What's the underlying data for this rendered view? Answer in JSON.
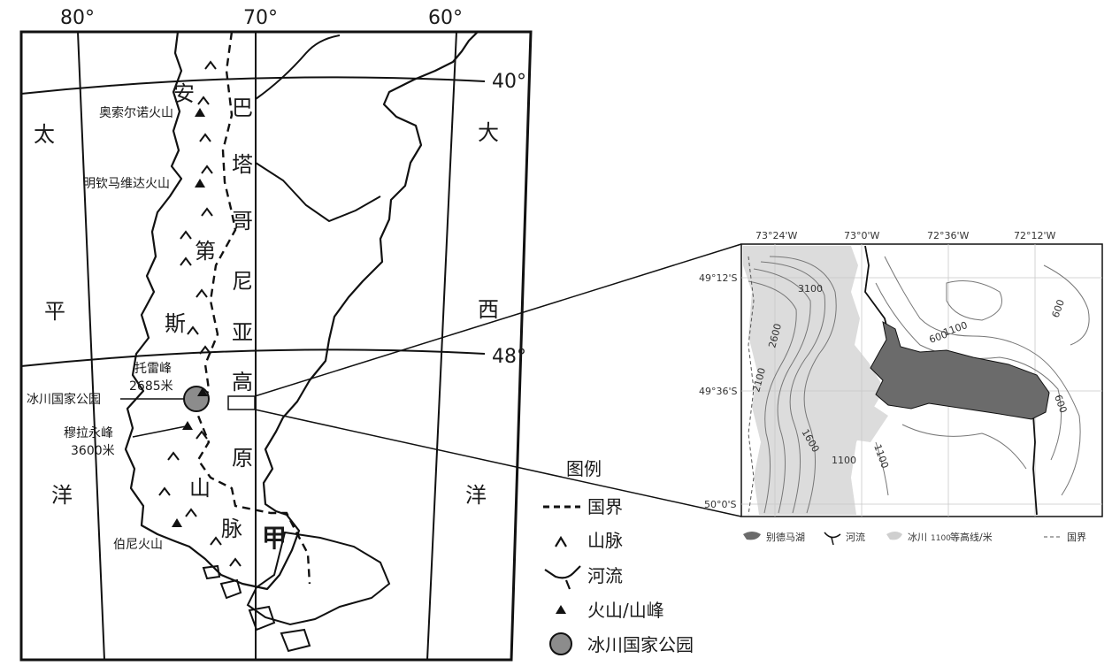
{
  "main_map": {
    "longitudes": [
      "80°",
      "70°",
      "60°"
    ],
    "latitudes": [
      "40°",
      "48°"
    ],
    "ocean_pacific": [
      "太",
      "平",
      "洋"
    ],
    "ocean_atlantic": [
      "大",
      "西",
      "洋"
    ],
    "andes": [
      "安",
      "第",
      "斯",
      "山",
      "脉"
    ],
    "patagonia": [
      "巴",
      "塔",
      "哥",
      "尼",
      "亚",
      "高",
      "原"
    ],
    "label_jia": "甲",
    "volcanoes": {
      "osorno": "奥索尔诺火山",
      "michinmahuida": "明钦马维达火山",
      "burney": "伯尼火山"
    },
    "peaks": {
      "torre_name": "托雷峰",
      "torre_height": "2685米",
      "mura_name": "穆拉永峰",
      "mura_height": "3600米"
    },
    "park_label": "冰川国家公园"
  },
  "legend": {
    "title": "图例",
    "items": [
      "国界",
      "山脉",
      "河流",
      "火山/山峰",
      "冰川国家公园"
    ]
  },
  "inset": {
    "lon_labels": [
      "73°24'W",
      "73°0'W",
      "72°36'W",
      "72°12'W"
    ],
    "lat_labels": [
      "49°12'S",
      "49°36'S",
      "50°0'S"
    ],
    "contours": [
      "3100",
      "2600",
      "2100",
      "1600",
      "1100",
      "1100",
      "600",
      "1100",
      "600",
      "600"
    ],
    "legend": {
      "lake": "别德马湖",
      "river": "河流",
      "glacier": "冰川",
      "contour_value": "1100",
      "contour": "等高线/米",
      "border": "国界"
    }
  }
}
